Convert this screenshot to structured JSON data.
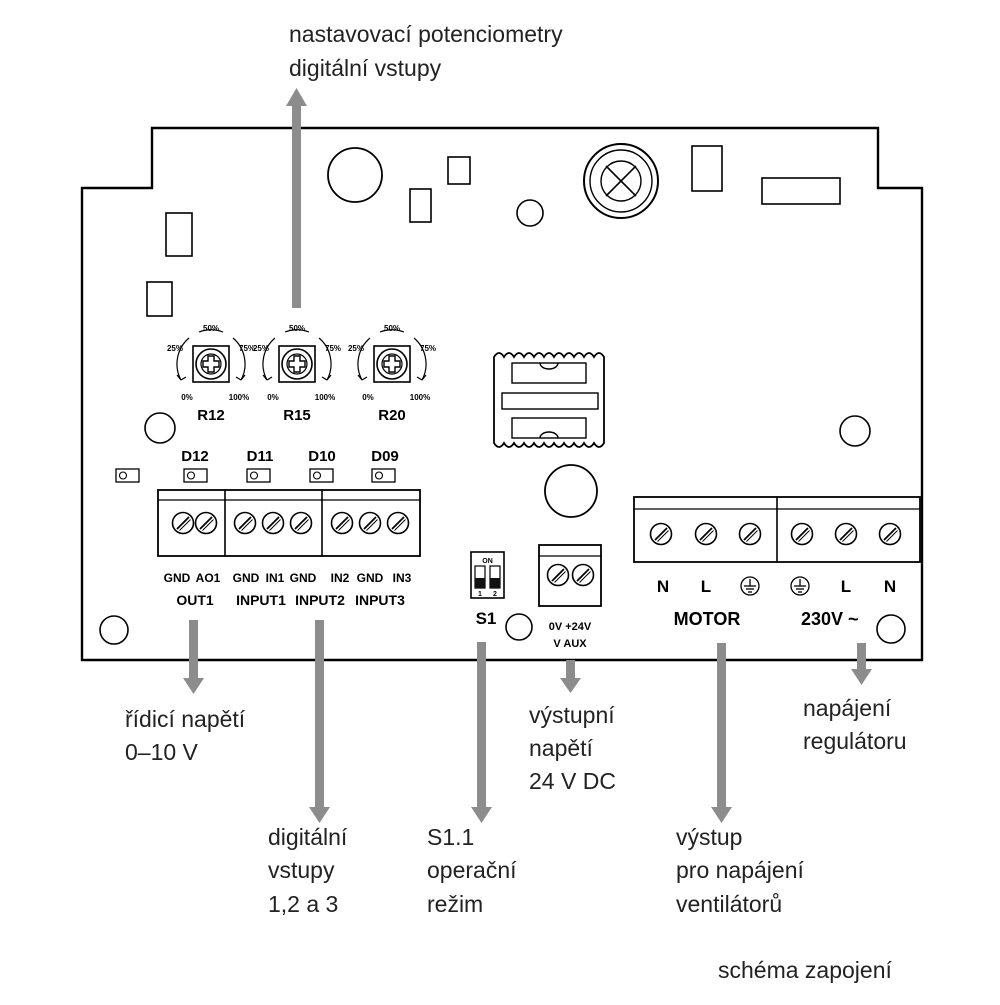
{
  "callouts": {
    "top_line1": "nastavovací potenciometry",
    "top_line2": "digitální vstupy",
    "control_voltage_line1": "řídicí napětí",
    "control_voltage_line2": "0–10 V",
    "digital_inputs_line1": "digitální",
    "digital_inputs_line2": "vstupy",
    "digital_inputs_line3": "1,2 a 3",
    "switch_line1": "S1.1",
    "switch_line2": "operační",
    "switch_line3": "režim",
    "output_voltage_line1": "výstupní",
    "output_voltage_line2": "napětí",
    "output_voltage_line3": "24 V DC",
    "supply_line1": "napájení",
    "supply_line2": "regulátoru",
    "fan_line1": "výstup",
    "fan_line2": "pro napájení",
    "fan_line3": "ventilátorů"
  },
  "caption": "schéma zapojení",
  "potentiometers": [
    {
      "id": "R12",
      "pct_25": "25%",
      "pct_50": "50%",
      "pct_75": "75%",
      "pct_0": "0%",
      "pct_100": "100%"
    },
    {
      "id": "R15",
      "pct_25": "25%",
      "pct_50": "50%",
      "pct_75": "75%",
      "pct_0": "0%",
      "pct_100": "100%"
    },
    {
      "id": "R20",
      "pct_25": "25%",
      "pct_50": "50%",
      "pct_75": "75%",
      "pct_0": "0%",
      "pct_100": "100%"
    }
  ],
  "leds": [
    "D12",
    "D11",
    "D10",
    "D09"
  ],
  "terminal_labels": {
    "gnd1": "GND",
    "ao1": "AO1",
    "gnd2": "GND",
    "in1": "IN1",
    "gnd3": "GND",
    "in2": "IN2",
    "gnd4": "GND",
    "in3": "IN3"
  },
  "terminal_groups": {
    "out1": "OUT1",
    "input1": "INPUT1",
    "input2": "INPUT2",
    "input3": "INPUT3"
  },
  "switch": {
    "name": "S1",
    "on_label": "ON",
    "pos1": "1",
    "pos2": "2"
  },
  "aux": {
    "pins": "0V +24V",
    "name": "V AUX"
  },
  "motor": {
    "n": "N",
    "l": "L",
    "name": "MOTOR"
  },
  "mains": {
    "l": "L",
    "n": "N",
    "name": "230V ~"
  },
  "colors": {
    "arrow": "#8c8c8c",
    "board_stroke": "#000000"
  },
  "icons": [
    "ground-icon",
    "screw-terminal-icon",
    "potentiometer-icon",
    "arrow-icon"
  ]
}
